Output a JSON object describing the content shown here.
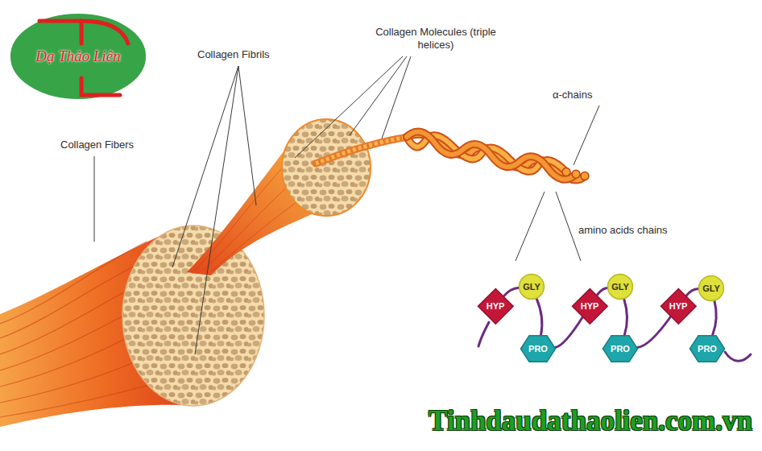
{
  "diagram": {
    "nodes": [
      {
        "text": [
          "Dạ Thảo Liên"
        ]
      },
      {
        "text": [
          "HYP"
        ]
      },
      {
        "text": [
          "GLY"
        ]
      },
      {
        "text": [
          "PRO"
        ]
      },
      {
        "text": [
          "HYP"
        ]
      },
      {
        "text": [
          "GLY"
        ]
      },
      {
        "text": [
          "PRO"
        ]
      },
      {
        "text": [
          "HYP"
        ]
      },
      {
        "text": [
          "GLY"
        ]
      },
      {
        "text": [
          "PRO"
        ]
      }
    ],
    "edges": [
      {
        "from": 1,
        "to": 2,
        "arrow": "none"
      },
      {
        "from": 2,
        "to": 3,
        "arrow": "none"
      },
      {
        "from": 3,
        "to": 4,
        "arrow": "none"
      },
      {
        "from": 4,
        "to": 5,
        "arrow": "none"
      },
      {
        "from": 5,
        "to": 6,
        "arrow": "none"
      },
      {
        "from": 6,
        "to": 7,
        "arrow": "none"
      },
      {
        "from": 7,
        "to": 8,
        "arrow": "none"
      },
      {
        "from": 8,
        "to": 9,
        "arrow": "none"
      }
    ],
    "labels": [
      "Collagen Fibers",
      "Collagen Fibrils",
      "Collagen Molecules (triple helices)",
      "α-chains",
      "amino acids chains",
      "Tinhdaudathaolien.com.vn"
    ]
  }
}
